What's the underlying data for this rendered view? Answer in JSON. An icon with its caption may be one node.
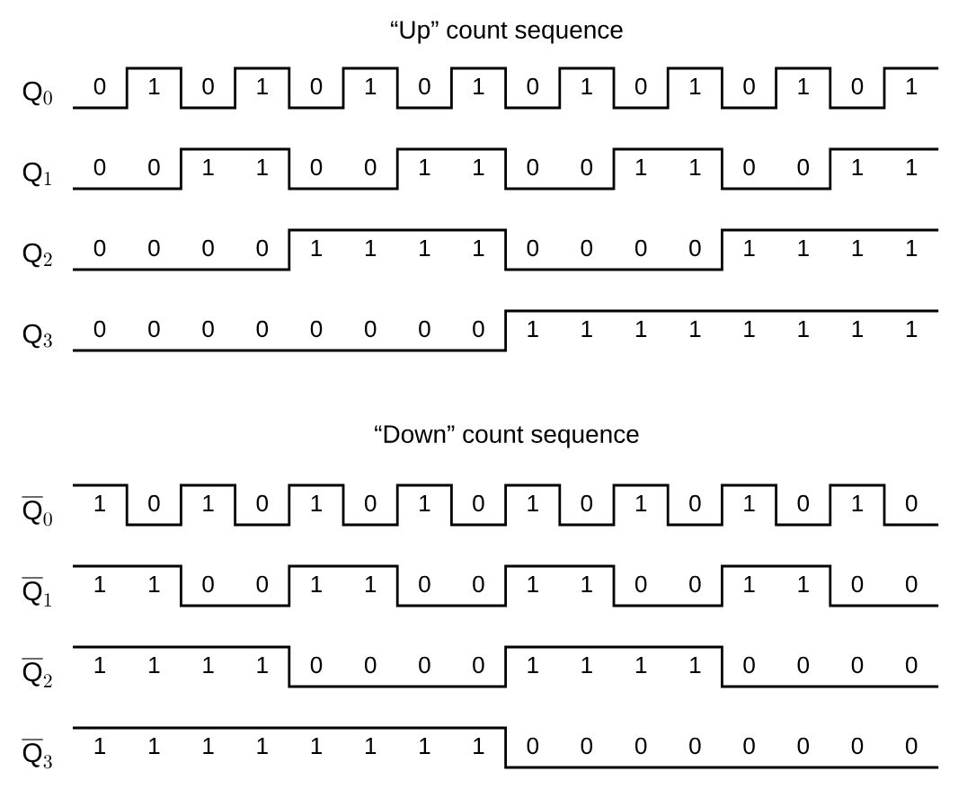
{
  "diagram": {
    "labels": [
      "“Up” count sequence",
      "\\mathrm{Q}_{0}",
      "0",
      "1",
      "0",
      "1",
      "0",
      "1",
      "0",
      "1",
      "0",
      "1",
      "0",
      "1",
      "0",
      "1",
      "0",
      "1",
      "\\mathrm{Q}_{1}",
      "0",
      "0",
      "1",
      "1",
      "0",
      "0",
      "1",
      "1",
      "0",
      "0",
      "1",
      "1",
      "0",
      "0",
      "1",
      "1",
      "\\mathrm{Q}_{2}",
      "0",
      "0",
      "0",
      "0",
      "1",
      "1",
      "1",
      "1",
      "0",
      "0",
      "0",
      "0",
      "1",
      "1",
      "1",
      "1",
      "\\mathrm{Q}_{3}",
      "0",
      "0",
      "0",
      "0",
      "0",
      "0",
      "0",
      "0",
      "1",
      "1",
      "1",
      "1",
      "1",
      "1",
      "1",
      "1",
      "“Down” count sequence",
      "\\overline{\\mathrm{Q}}_{0}",
      "1",
      "0",
      "1",
      "0",
      "1",
      "0",
      "1",
      "0",
      "1",
      "0",
      "1",
      "0",
      "1",
      "0",
      "1",
      "0",
      "\\overline{\\mathrm{Q}}_{1}",
      "1",
      "1",
      "0",
      "0",
      "1",
      "1",
      "0",
      "0",
      "1",
      "1",
      "0",
      "0",
      "1",
      "1",
      "0",
      "0",
      "\\overline{\\mathrm{Q}}_{2}",
      "1",
      "1",
      "1",
      "1",
      "0",
      "0",
      "0",
      "0",
      "1",
      "1",
      "1",
      "1",
      "0",
      "0",
      "0",
      "0",
      "\\overline{\\mathrm{Q}}_{3}",
      "1",
      "1",
      "1",
      "1",
      "1",
      "1",
      "1",
      "1",
      "0",
      "0",
      "0",
      "0",
      "0",
      "0",
      "0",
      "0"
    ]
  }
}
